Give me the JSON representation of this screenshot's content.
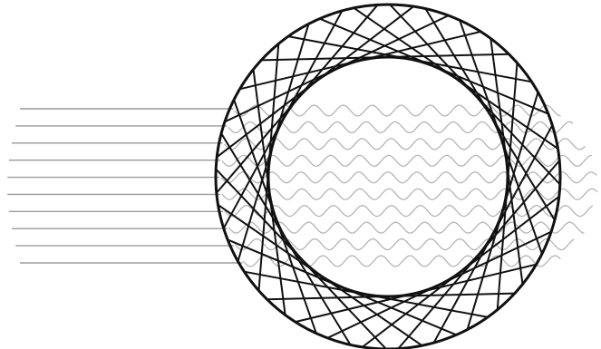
{
  "diagram": {
    "incoming_ray_count": 10,
    "wave_row_count": 10,
    "ring_chord_count": 30,
    "colors": {
      "outline": "#111111",
      "ray": "#9a9a9a",
      "wave": "#b5b5b5",
      "background": "#ffffff"
    }
  }
}
